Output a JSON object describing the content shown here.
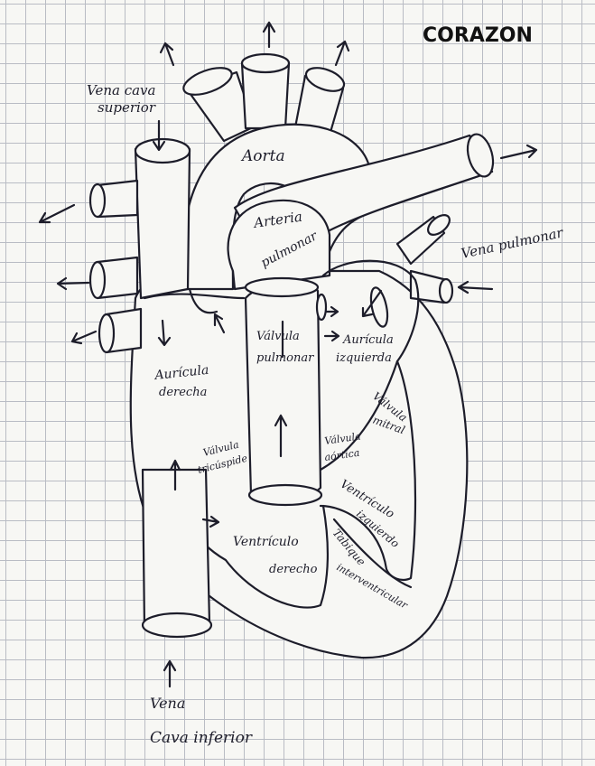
{
  "title": "CORAZON",
  "labels": {
    "vena_cava_superior_1": "Vena cava",
    "vena_cava_superior_2": "superior",
    "aorta": "Aorta",
    "arteria_pulmonar_1": "Arteria",
    "arteria_pulmonar_2": "pulmonar",
    "vena_pulmonar": "Vena pulmonar",
    "auricula_derecha_1": "Aurícula",
    "auricula_derecha_2": "derecha",
    "valvula_pulmonar_1": "Válvula",
    "valvula_pulmonar_2": "pulmonar",
    "auricula_izquierda_1": "Aurícula",
    "auricula_izquierda_2": "izquierda",
    "valvula_mitral_1": "Válvula",
    "valvula_mitral_2": "mitral",
    "valvula_aortica_1": "Válvula",
    "valvula_aortica_2": "aórtica",
    "valvula_tricuspide_1": "Válvula",
    "valvula_tricuspide_2": "tricúspide",
    "ventriculo_izquierdo_1": "Ventrículo",
    "ventriculo_izquierdo_2": "izquierdo",
    "ventriculo_derecho_1": "Ventrículo",
    "ventriculo_derecho_2": "derecho",
    "tabique_1": "Tabique",
    "tabique_2": "interventricular",
    "vena_cava_inferior_1": "Vena",
    "vena_cava_inferior_2": "Cava inferior"
  }
}
